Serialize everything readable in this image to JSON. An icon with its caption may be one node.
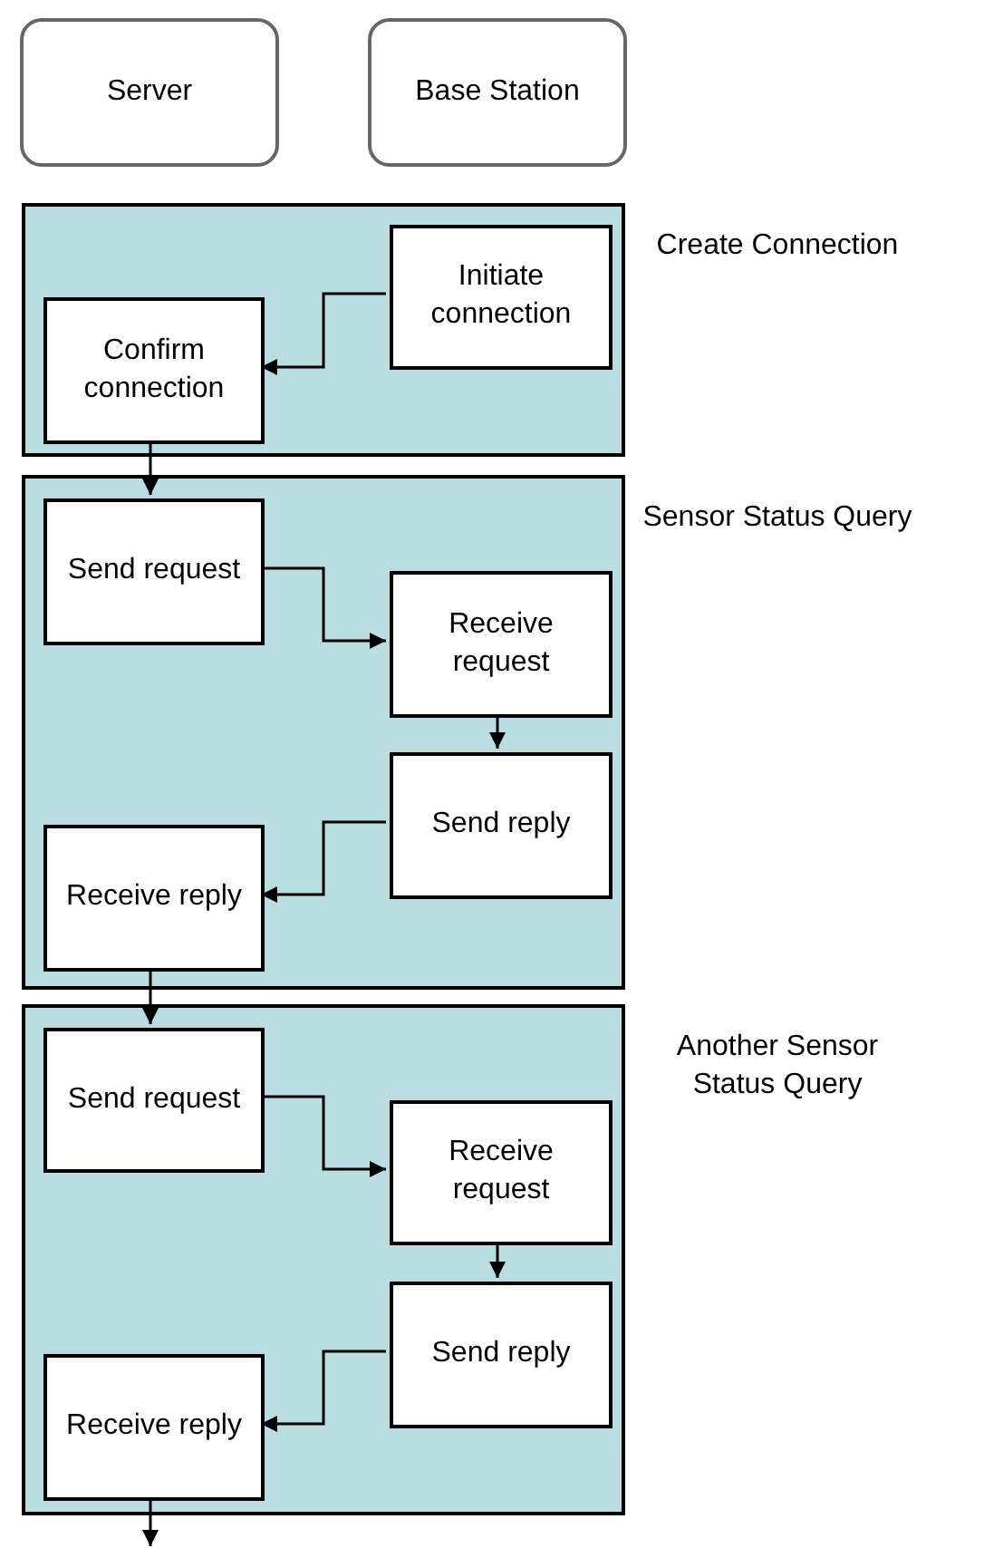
{
  "diagram": {
    "nodes": [
      {
        "text": [
          "Server"
        ]
      },
      {
        "text": [
          "Base Station"
        ]
      },
      {
        "text": [
          "Create Connection"
        ]
      },
      {
        "text": [
          "Initiate connection"
        ],
        "in": 2
      },
      {
        "text": [
          "Confirm connection"
        ],
        "in": 2
      },
      {
        "text": [
          "Sensor Status Query"
        ]
      },
      {
        "text": [
          "Send request"
        ],
        "in": 5
      },
      {
        "text": [
          "Receive request"
        ],
        "in": 5
      },
      {
        "text": [
          "Send reply"
        ],
        "in": 5
      },
      {
        "text": [
          "Receive reply"
        ],
        "in": 5
      },
      {
        "text": [
          "Another Sensor Status Query"
        ]
      },
      {
        "text": [
          "Send request"
        ],
        "in": 10
      },
      {
        "text": [
          "Receive request"
        ],
        "in": 10
      },
      {
        "text": [
          "Send reply"
        ],
        "in": 10
      },
      {
        "text": [
          "Receive reply"
        ],
        "in": 10
      }
    ],
    "edges": [
      {
        "from": 3,
        "to": 4,
        "arrow": "to"
      },
      {
        "from": 4,
        "to": 6,
        "arrow": "to"
      },
      {
        "from": 6,
        "to": 7,
        "arrow": "to"
      },
      {
        "from": 7,
        "to": 8,
        "arrow": "to"
      },
      {
        "from": 8,
        "to": 9,
        "arrow": "to"
      },
      {
        "from": 9,
        "to": 11,
        "arrow": "to"
      },
      {
        "from": 11,
        "to": 12,
        "arrow": "to"
      },
      {
        "from": 12,
        "to": 13,
        "arrow": "to"
      },
      {
        "from": 13,
        "to": 14,
        "arrow": "to"
      },
      {
        "from": 14,
        "to": null,
        "arrow": "to"
      }
    ]
  }
}
